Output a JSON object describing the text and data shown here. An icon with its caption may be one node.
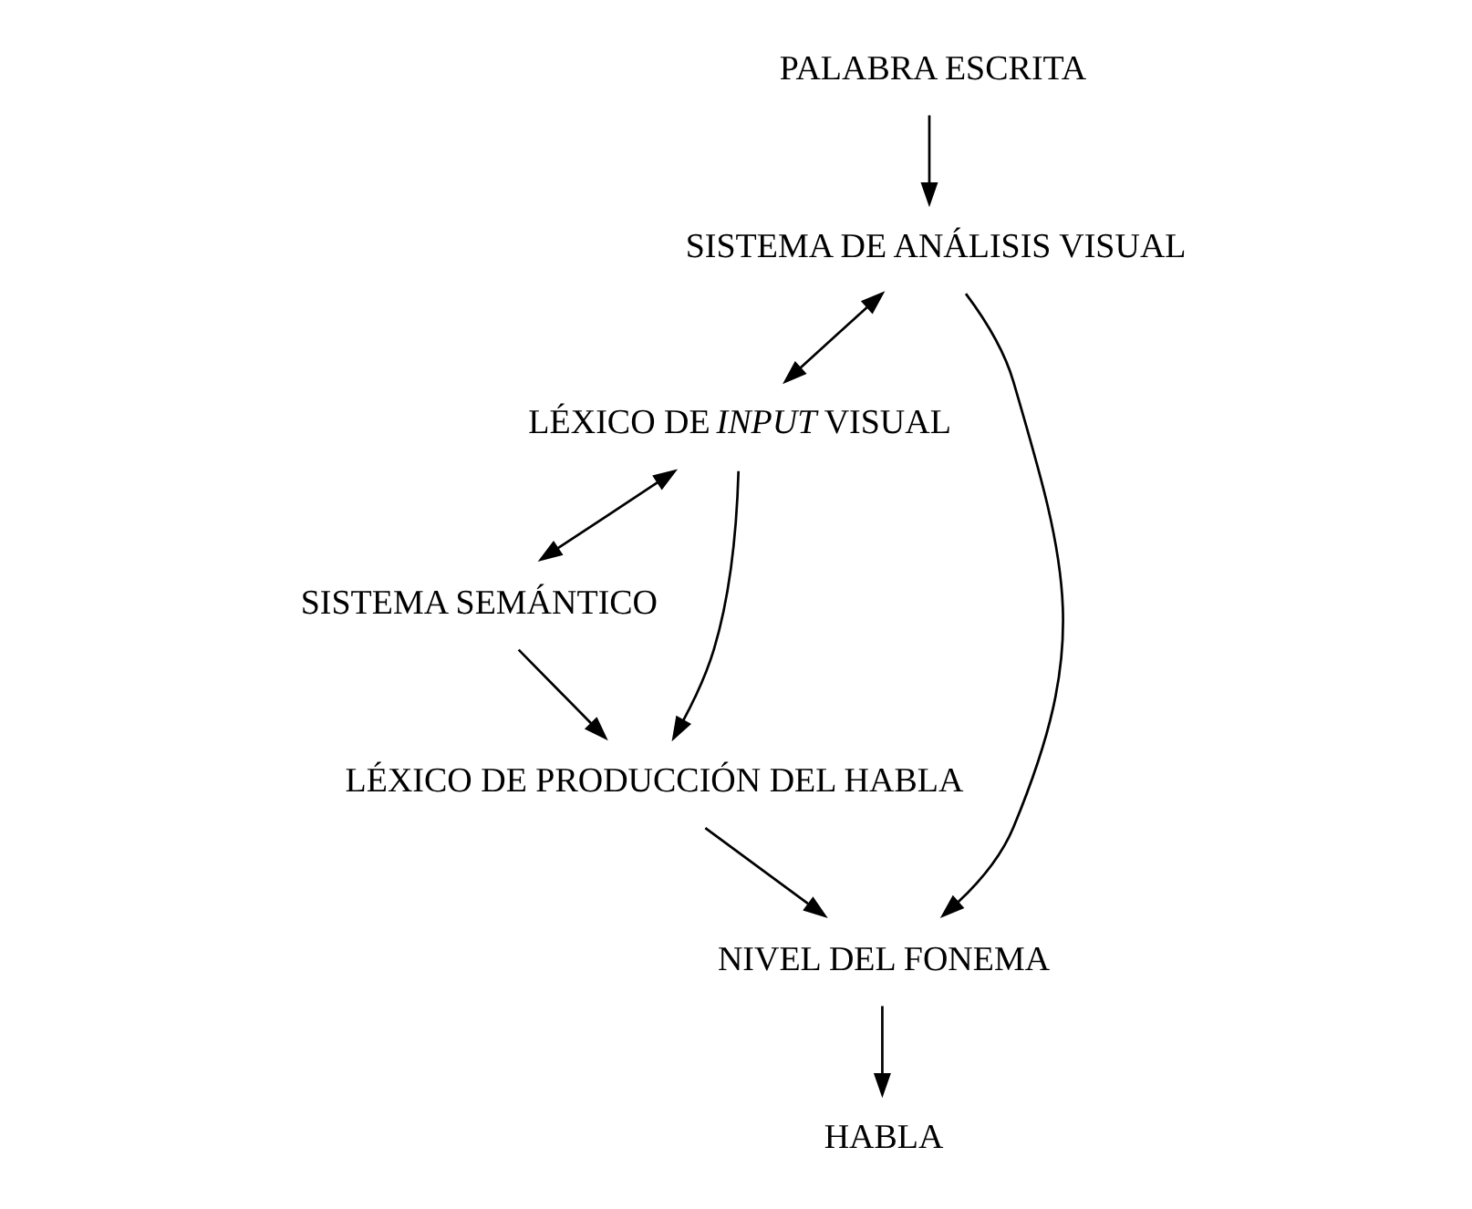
{
  "diagram": {
    "nodes": [
      {
        "text": [
          "PALABRA ESCRITA"
        ]
      },
      {
        "text": [
          "SISTEMA DE ANÁLISIS VISUAL"
        ]
      },
      {
        "text": [
          "LÉXICO DE *INPUT* VISUAL"
        ]
      },
      {
        "text": [
          "SISTEMA SEMÁNTICO"
        ]
      },
      {
        "text": [
          "LÉXICO DE PRODUCCIÓN DEL HABLA"
        ]
      },
      {
        "text": [
          "NIVEL DEL FONEMA"
        ]
      },
      {
        "text": [
          "HABLA"
        ]
      }
    ],
    "edges": [
      {
        "from": 0,
        "to": 1,
        "arrow": "to"
      },
      {
        "from": 1,
        "to": 2,
        "arrow": "both"
      },
      {
        "from": 2,
        "to": 3,
        "arrow": "both"
      },
      {
        "from": 2,
        "to": 4,
        "arrow": "to"
      },
      {
        "from": 3,
        "to": 4,
        "arrow": "to"
      },
      {
        "from": 4,
        "to": 5,
        "arrow": "to"
      },
      {
        "from": 1,
        "to": 5,
        "arrow": "to"
      },
      {
        "from": 5,
        "to": 6,
        "arrow": "to"
      }
    ]
  }
}
